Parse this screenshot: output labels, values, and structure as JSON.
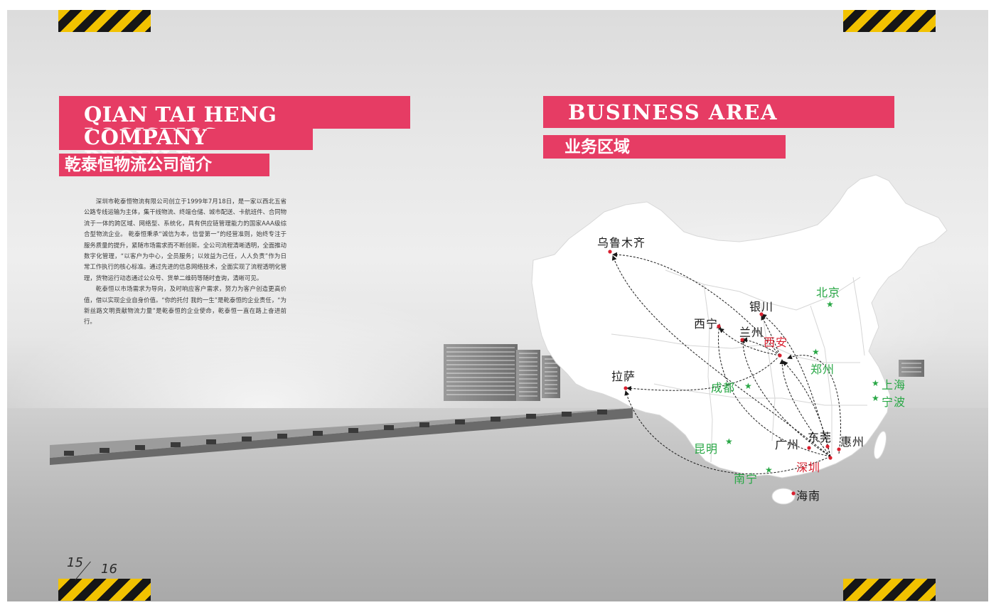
{
  "left_page": {
    "title_en_line1": "QIAN TAI HENG LOGISTICS",
    "title_en_line2": "COMPANY PROFILE",
    "title_zh": "乾泰恒物流公司简介",
    "paragraphs": [
      "深圳市乾泰恒物流有限公司创立于1999年7月18日，是一家以西北五省公路专线运输为主体，集干线物流、终端仓储、城市配送、卡航班件、合同物流于一体的跨区域、网络型、系统化，具有供应链管理能力的国家AAA级综合型物流企业。 乾泰恒秉承“诚信为本，信誉第一”的经营准则，始终专注于服务质量的提升，紧随市场需求而不断创新。全公司流程清晰透明，全面推动数字化管理，“以客户为中心，全员服务；以效益为己任，人人负责”作为日常工作执行的核心标准。通过先进的信息网络技术，全面实现了流程透明化管理，货物运行动态通过公众号、货单二维码等随时查询，清晰可见。",
      "乾泰恒以市场需求为导向，及时响应客户需求，努力为客户创造更高价值，借以实现企业自身价值。“你的托付 我的一生”是乾泰恒的企业责任，“为新丝路文明贡献物流力量”是乾泰恒的企业使命，乾泰恒一直在路上奋进前行。"
    ],
    "page_left": "15",
    "page_right": "16"
  },
  "right_page": {
    "title_en": "BUSINESS AREA",
    "title_zh": "业务区域"
  },
  "map": {
    "cities": {
      "urumqi": "乌鲁木齐",
      "lhasa": "拉萨",
      "xining": "西宁",
      "lanzhou": "兰州",
      "yinchuan": "银川",
      "xian": "西安",
      "beijing": "北京",
      "zhengzhou": "郑州",
      "chengdu": "成都",
      "shanghai": "上海",
      "ningbo": "宁波",
      "kunming": "昆明",
      "nanning": "南宁",
      "guangzhou": "广州",
      "dongguan": "东莞",
      "huizhou": "惠州",
      "shenzhen": "深圳",
      "hainan": "海南"
    }
  },
  "colors": {
    "accent": "#e63c64",
    "hub_red": "#d8202f",
    "branch_green": "#28a745",
    "hazard_yellow": "#f2c200"
  }
}
